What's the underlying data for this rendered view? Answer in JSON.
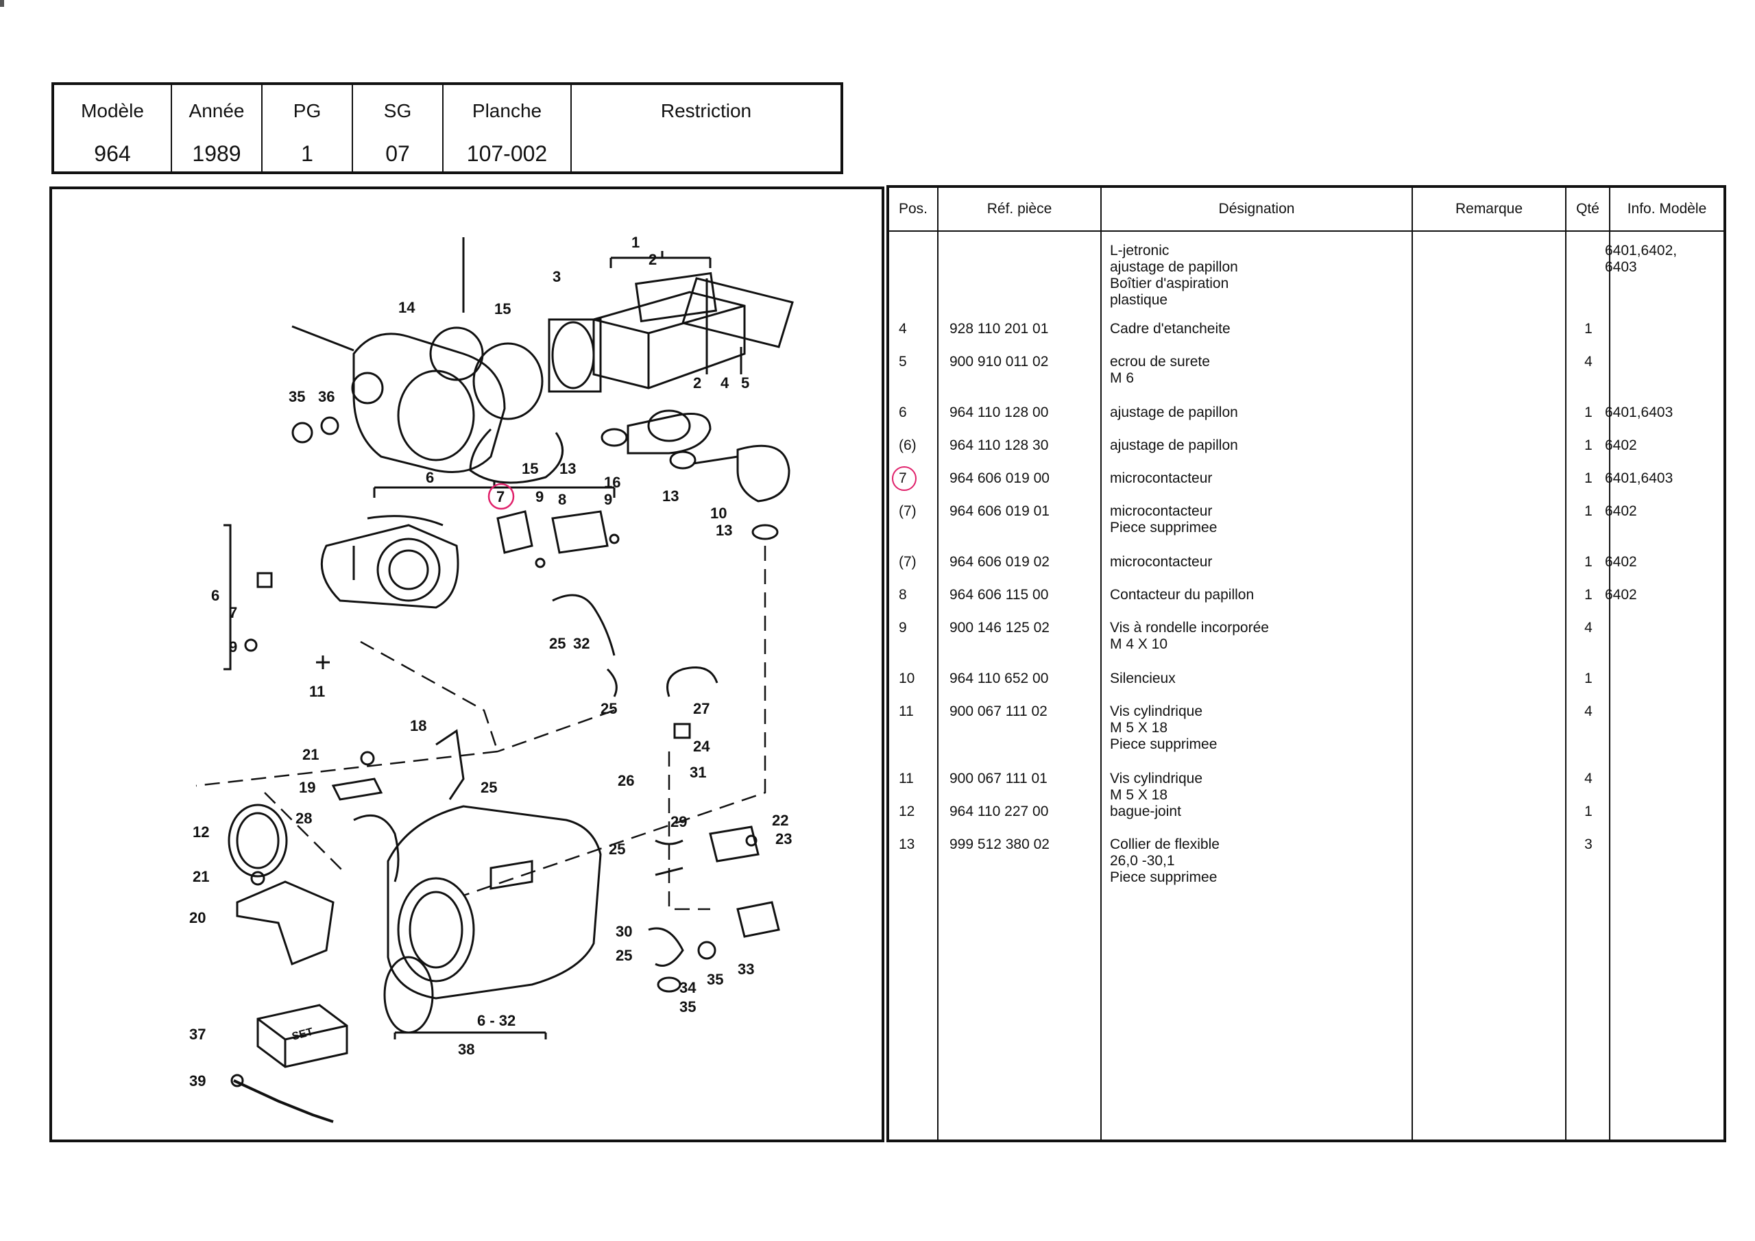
{
  "header": {
    "columns": [
      {
        "label": "Modèle",
        "value": "964"
      },
      {
        "label": "Année",
        "value": "1989"
      },
      {
        "label": "PG",
        "value": "1"
      },
      {
        "label": "SG",
        "value": "07"
      },
      {
        "label": "Planche",
        "value": "107-002"
      },
      {
        "label": "Restriction",
        "value": ""
      }
    ]
  },
  "parts_table": {
    "headers": {
      "pos": "Pos.",
      "ref": "Réf. pièce",
      "designation": "Désignation",
      "remarque": "Remarque",
      "qte": "Qté",
      "info": "Info. Modèle"
    },
    "rows": [
      {
        "pos": "",
        "ref": "",
        "designation": [
          "L-jetronic",
          "ajustage de papillon",
          "Boîtier d'aspiration",
          "plastique"
        ],
        "qte": "",
        "info": [
          "6401,6402,",
          "6403"
        ]
      },
      {
        "pos": "4",
        "ref": "928 110 201 01",
        "designation": [
          "Cadre d'etancheite"
        ],
        "qte": "1",
        "info": []
      },
      {
        "pos": "5",
        "ref": "900 910 011 02",
        "designation": [
          "ecrou de surete",
          "M 6"
        ],
        "qte": "4",
        "info": []
      },
      {
        "pos": "6",
        "ref": "964 110 128 00",
        "designation": [
          "ajustage de papillon"
        ],
        "qte": "1",
        "info": [
          "6401,6403"
        ]
      },
      {
        "pos": "(6)",
        "ref": "964 110 128 30",
        "designation": [
          "ajustage de papillon"
        ],
        "qte": "1",
        "info": [
          "6402"
        ]
      },
      {
        "pos": "7",
        "ref": "964 606 019 00",
        "designation": [
          "microcontacteur"
        ],
        "qte": "1",
        "info": [
          "6401,6403"
        ],
        "highlight": true
      },
      {
        "pos": "(7)",
        "ref": "964 606 019 01",
        "designation": [
          "microcontacteur",
          "Piece supprimee"
        ],
        "qte": "1",
        "info": [
          "6402"
        ]
      },
      {
        "pos": "(7)",
        "ref": "964 606 019 02",
        "designation": [
          "microcontacteur"
        ],
        "qte": "1",
        "info": [
          "6402"
        ]
      },
      {
        "pos": "8",
        "ref": "964 606 115 00",
        "designation": [
          "Contacteur du papillon"
        ],
        "qte": "1",
        "info": [
          "6402"
        ]
      },
      {
        "pos": "9",
        "ref": "900 146 125 02",
        "designation": [
          "Vis à rondelle incorporée",
          "M 4 X 10"
        ],
        "qte": "4",
        "info": []
      },
      {
        "pos": "10",
        "ref": "964 110 652 00",
        "designation": [
          "Silencieux"
        ],
        "qte": "1",
        "info": []
      },
      {
        "pos": "11",
        "ref": "900 067 111 02",
        "designation": [
          "Vis cylindrique",
          "M 5 X 18",
          "Piece supprimee"
        ],
        "qte": "4",
        "info": []
      },
      {
        "pos": "11",
        "ref": "900 067 111 01",
        "designation": [
          "Vis cylindrique",
          "M 5 X 18"
        ],
        "qte": "4",
        "info": []
      },
      {
        "pos": "12",
        "ref": "964 110 227 00",
        "designation": [
          "bague-joint"
        ],
        "qte": "1",
        "info": []
      },
      {
        "pos": "13",
        "ref": "999 512 380 02",
        "designation": [
          "Collier de flexible",
          "26,0 -30,1",
          "Piece supprimee"
        ],
        "qte": "3",
        "info": []
      }
    ]
  },
  "diagram": {
    "callouts": [
      "1",
      "2",
      "3",
      "2",
      "4",
      "5",
      "14",
      "15",
      "35",
      "36",
      "15",
      "13",
      "16",
      "13",
      "10",
      "13",
      "6",
      "7",
      "9",
      "8",
      "9",
      "6",
      "7",
      "9",
      "11",
      "25",
      "32",
      "25",
      "27",
      "24",
      "18",
      "21",
      "19",
      "26",
      "31",
      "25",
      "29",
      "22",
      "23",
      "28",
      "25",
      "12",
      "21",
      "20",
      "30",
      "25",
      "33",
      "34",
      "35",
      "35",
      "6 - 32",
      "38",
      "37",
      "39"
    ],
    "set_label": "SET",
    "highlight_color": "#e0206a"
  }
}
